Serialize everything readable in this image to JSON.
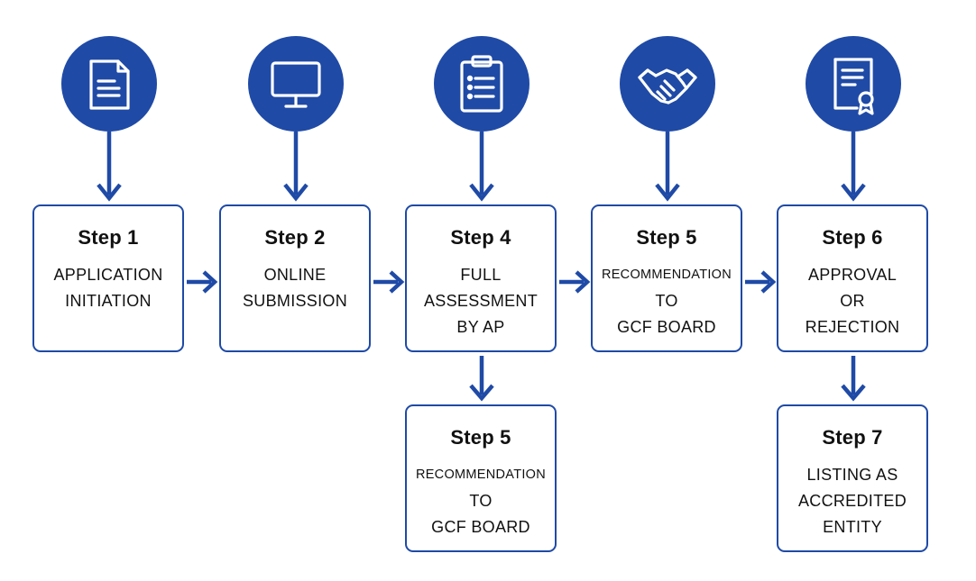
{
  "colors": {
    "primary": "#1f4aa6",
    "icon_stroke": "#ffffff",
    "text": "#111111"
  },
  "icons": [
    {
      "name": "document-icon"
    },
    {
      "name": "computer-monitor-icon"
    },
    {
      "name": "clipboard-checklist-icon"
    },
    {
      "name": "handshake-icon"
    },
    {
      "name": "certificate-icon"
    }
  ],
  "steps": [
    {
      "title": "Step 1",
      "lines": [
        "APPLICATION",
        "INITIATION"
      ]
    },
    {
      "title": "Step 2",
      "lines": [
        "ONLINE",
        "SUBMISSION"
      ]
    },
    {
      "title": "Step 4",
      "lines": [
        "FULL",
        "ASSESSMENT",
        "BY AP"
      ]
    },
    {
      "title": "Step 5",
      "lines": [
        "RECOMMENDATION",
        "TO",
        "GCF BOARD"
      ]
    },
    {
      "title": "Step 6",
      "lines": [
        "APPROVAL",
        "OR",
        "REJECTION"
      ]
    },
    {
      "title": "Step 5",
      "lines": [
        "RECOMMENDATION",
        "TO",
        "GCF BOARD"
      ]
    },
    {
      "title": "Step 7",
      "lines": [
        "LISTING AS",
        "ACCREDITED",
        "ENTITY"
      ]
    }
  ]
}
